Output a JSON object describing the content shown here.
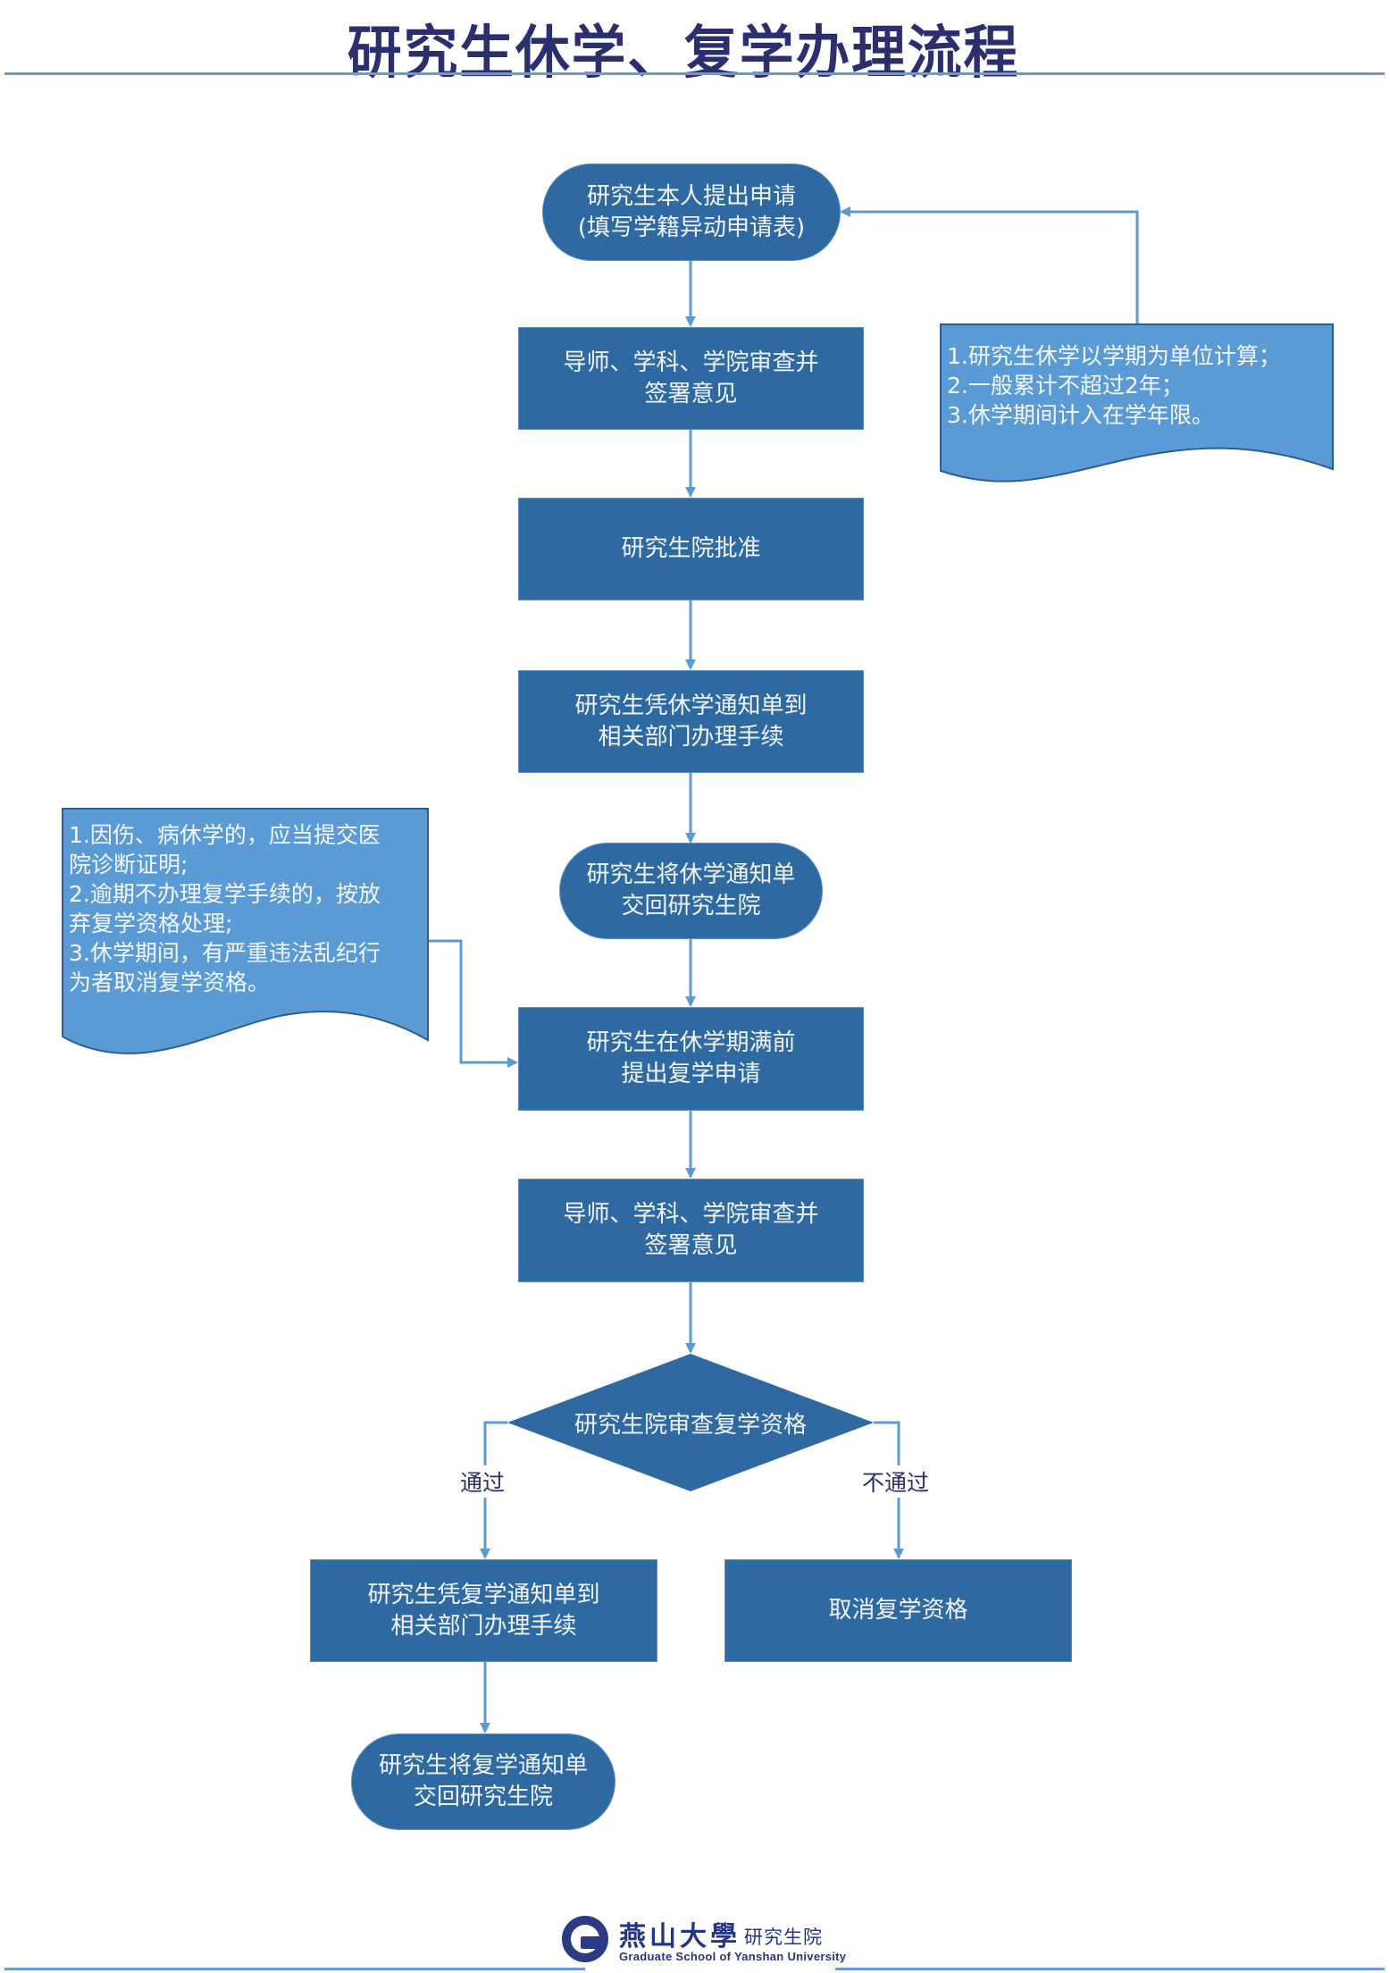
{
  "header": {
    "title": "研究生休学、复学办理流程"
  },
  "colors": {
    "title": "#2b2f6e",
    "node_fill": "#2e6aa1",
    "note_fill": "#5b9bd5",
    "connector": "#5b9bd5",
    "rule": "#6b9bcc"
  },
  "flow": {
    "nodes": [
      {
        "id": "apply",
        "shape": "stadium",
        "lines": [
          "研究生本人提出申请",
          "(填写学籍异动申请表)"
        ]
      },
      {
        "id": "review-1",
        "shape": "rect",
        "lines": [
          "导师、学科、学院审查并",
          "签署意见"
        ]
      },
      {
        "id": "approve",
        "shape": "rect",
        "lines": [
          "研究生院批准"
        ]
      },
      {
        "id": "procedures-1",
        "shape": "rect",
        "lines": [
          "研究生凭休学通知单到",
          "相关部门办理手续"
        ]
      },
      {
        "id": "return-notice-1",
        "shape": "stadium",
        "lines": [
          "研究生将休学通知单",
          "交回研究生院"
        ]
      },
      {
        "id": "resume-apply",
        "shape": "rect",
        "lines": [
          "研究生在休学期满前",
          "提出复学申请"
        ]
      },
      {
        "id": "review-2",
        "shape": "rect",
        "lines": [
          "导师、学科、学院审查并",
          "签署意见"
        ]
      },
      {
        "id": "decision",
        "shape": "diamond",
        "lines": [
          "研究生院审查复学资格"
        ]
      },
      {
        "id": "procedures-2",
        "shape": "rect",
        "lines": [
          "研究生凭复学通知单到",
          "相关部门办理手续"
        ]
      },
      {
        "id": "cancel",
        "shape": "rect",
        "lines": [
          "取消复学资格"
        ]
      },
      {
        "id": "return-notice-2",
        "shape": "stadium",
        "lines": [
          "研究生将复学通知单",
          "交回研究生院"
        ]
      }
    ],
    "branches": {
      "pass": "通过",
      "fail": "不通过"
    },
    "notes": {
      "right": [
        "1.研究生休学以学期为单位计算；",
        "2.一般累计不超过2年；",
        "3.休学期间计入在学年限。"
      ],
      "left": [
        "1.因伤、病休学的，应当提交医",
        "院诊断证明;",
        "2.逾期不办理复学手续的，按放",
        "弃复学资格处理;",
        "3.休学期间，有严重违法乱纪行",
        "为者取消复学资格。"
      ]
    }
  },
  "footer": {
    "logo_icon": "university-seal-icon",
    "university_cn": "燕山大學",
    "department_cn": "研究生院",
    "english": "Graduate School of Yanshan University"
  }
}
